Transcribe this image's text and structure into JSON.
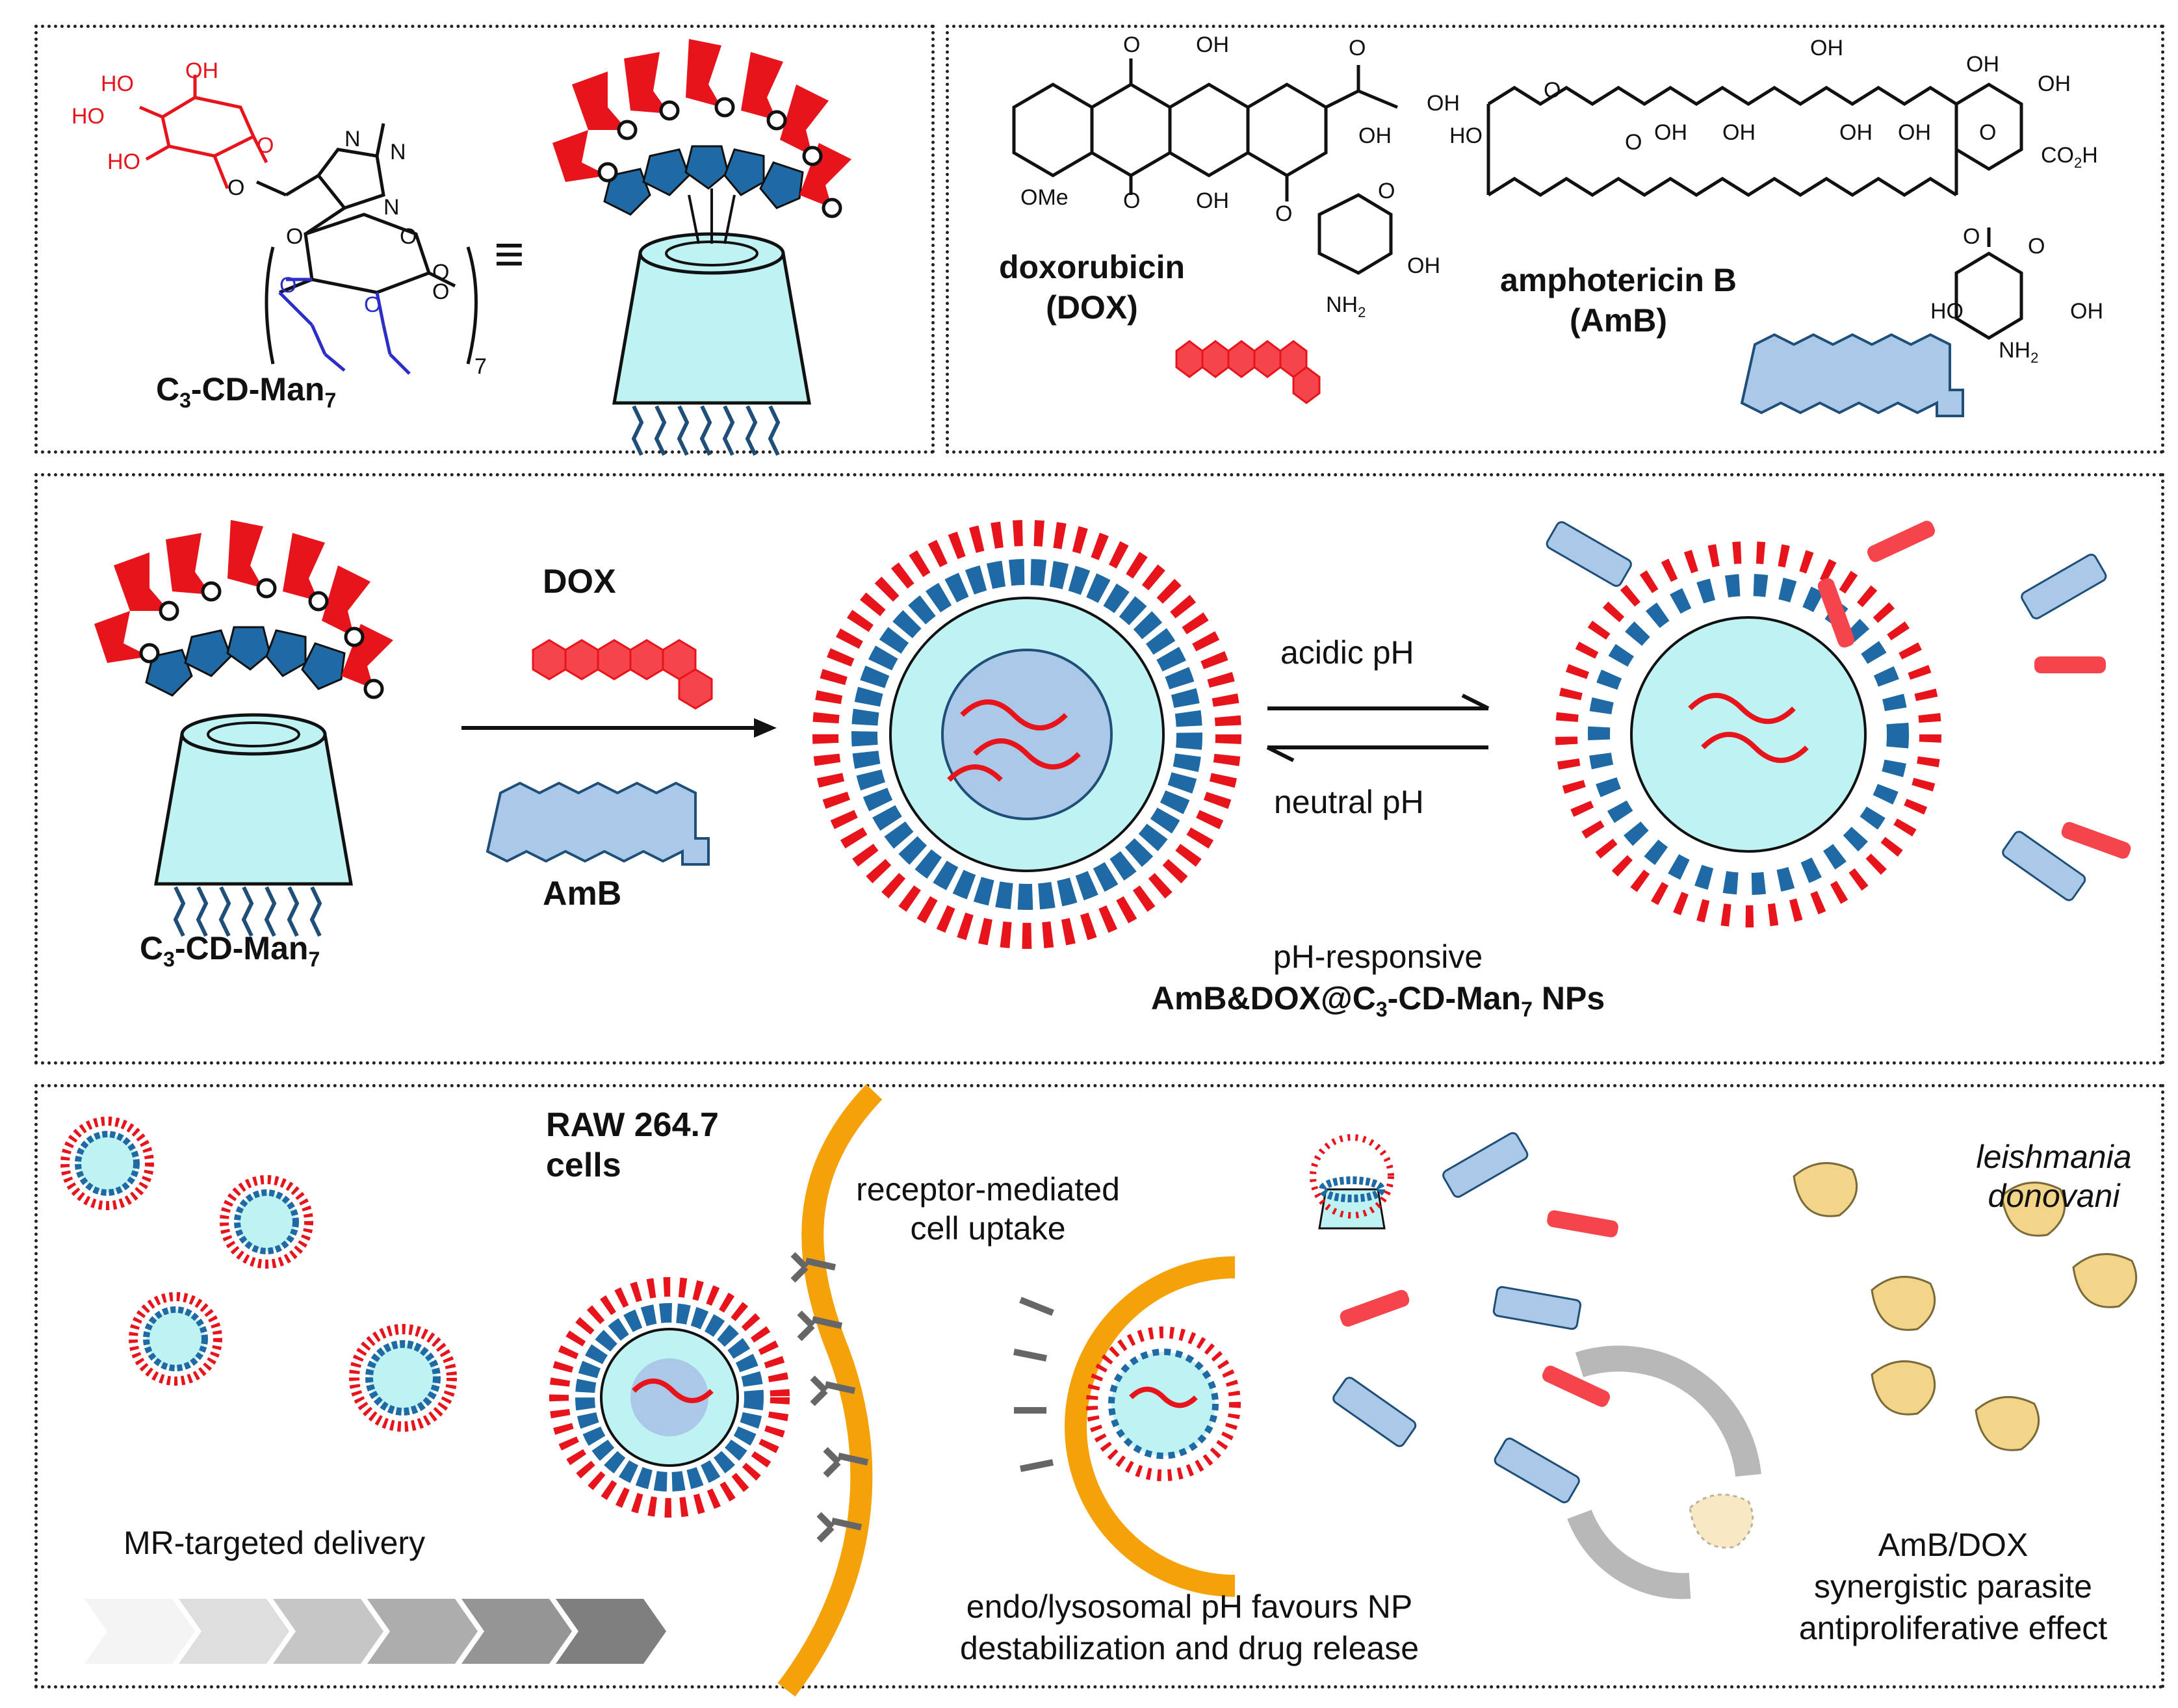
{
  "panel_a": {
    "compound_label_main": "C",
    "compound_label_sub1": "3",
    "compound_label_mid": "-CD-Man",
    "compound_label_sub2": "7",
    "equiv_symbol": "≡",
    "repeat_subscript": "7",
    "atoms": {
      "ho1": "HO",
      "oh1": "OH",
      "ho2": "HO",
      "ho3": "HO",
      "o_anomeric": "O",
      "o_link": "O",
      "n1": "N",
      "n2": "N",
      "n3": "N",
      "o_a": "O",
      "o_b": "O",
      "o_c": "O",
      "o_d": "O",
      "o_e": "O",
      "o_f": "O"
    }
  },
  "panel_b": {
    "dox_name": "doxorubicin",
    "dox_abbr": "(DOX)",
    "amb_name": "amphotericin B",
    "amb_abbr": "(AmB)",
    "dox_atoms": {
      "o_top": "O",
      "oh_top": "OH",
      "o_keto": "O",
      "oh_side": "OH",
      "oh_ring": "OH",
      "ome": "OMe",
      "o_bottom": "O",
      "oh_bottom": "OH",
      "o_gly": "O",
      "o_ring": "O",
      "oh_sugar": "OH",
      "nh2": "NH",
      "nh2_sub": "2"
    },
    "amb_atoms": {
      "ho_left": "HO",
      "o_ester": "O",
      "o_carbonyl": "O",
      "oh1": "OH",
      "oh2": "OH",
      "oh3": "OH",
      "oh4": "OH",
      "oh5": "OH",
      "oh6": "OH",
      "oh_top": "OH",
      "oh_top2": "OH",
      "oh_right": "OH",
      "o_ring": "O",
      "co2h": "CO",
      "co2h_sub": "2",
      "co2h_end": "H",
      "o_gly": "O",
      "o_sugar": "O",
      "ho_sugar": "HO",
      "oh_sugar": "OH",
      "nh2": "NH",
      "nh2_sub": "2"
    }
  },
  "panel_c": {
    "dox_label": "DOX",
    "amb_label": "AmB",
    "compound_label_main": "C",
    "compound_label_sub1": "3",
    "compound_label_mid": "-CD-Man",
    "compound_label_sub2": "7",
    "arrow_forward_label": "acidic pH",
    "arrow_backward_label": "neutral pH",
    "np_label_line1": "pH-responsive",
    "np_label_line2_a": "AmB&DOX@C",
    "np_label_line2_sub1": "3",
    "np_label_line2_b": "-CD-Man",
    "np_label_line2_sub2": "7",
    "np_label_line2_c": " NPs"
  },
  "panel_d": {
    "cells_line1": "RAW 264.7",
    "cells_line2": "cells",
    "uptake_line1": "receptor-mediated",
    "uptake_line2": "cell uptake",
    "parasite_line1": "leishmania",
    "parasite_line2": "donovani",
    "delivery_label": "MR-targeted delivery",
    "release_line1": "endo/lysosomal pH favours NP",
    "release_line2": "destabilization and drug release",
    "effect_line1": "AmB/DOX",
    "effect_line2": "synergistic parasite",
    "effect_line3": "antiproliferative effect"
  },
  "colors": {
    "mannose_red": "#e8141b",
    "glucose_blue": "#1f6aa5",
    "cd_cyan": "#bff3f3",
    "chain_blue": "#1f4e79",
    "dox_red": "#f5444b",
    "amb_blue": "#aac9e9",
    "membrane_orange": "#f5a20a",
    "parasite_yellow": "#f3d58a",
    "chevron_grey": "#7f7f7f"
  }
}
